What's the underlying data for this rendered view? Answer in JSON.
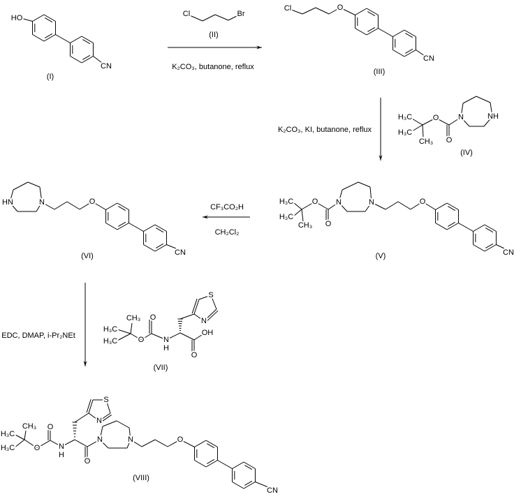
{
  "compounds": {
    "I": {
      "label": "(I)",
      "atoms": [
        "HO",
        "CN"
      ]
    },
    "II": {
      "label": "(II)",
      "atoms": [
        "Cl",
        "Br"
      ]
    },
    "III": {
      "label": "(III)",
      "atoms": [
        "Cl",
        "O",
        "CN"
      ]
    },
    "IV": {
      "label": "(IV)",
      "atoms": [
        "H₃C",
        "H₃C",
        "CH₃",
        "O",
        "O",
        "N",
        "NH"
      ]
    },
    "V": {
      "label": "(V)",
      "atoms": [
        "H₃C",
        "H₃C",
        "CH₃",
        "O",
        "O",
        "N",
        "N",
        "O",
        "CN"
      ]
    },
    "VI": {
      "label": "(VI)",
      "atoms": [
        "HN",
        "N",
        "O",
        "CN"
      ]
    },
    "VII": {
      "label": "(VII)",
      "atoms": [
        "H₃C",
        "H₃C",
        "CH₃",
        "O",
        "O",
        "N",
        "H",
        "S",
        "N",
        "OH",
        "O"
      ]
    },
    "VIII": {
      "label": "(VIII)",
      "atoms": [
        "H₃C",
        "H₃C",
        "CH₃",
        "O",
        "O",
        "N",
        "H",
        "S",
        "N",
        "O",
        "N",
        "N",
        "O",
        "CN"
      ]
    }
  },
  "reagents": {
    "step1": "K₂CO₃, butanone, reflux",
    "step2": "K₂CO₃, KI, butanone, reflux",
    "step3_top": "CF₃CO₂H",
    "step3_bottom": "CH₂Cl₂",
    "step4": "EDC, DMAP, i-Pr₂NEt"
  }
}
